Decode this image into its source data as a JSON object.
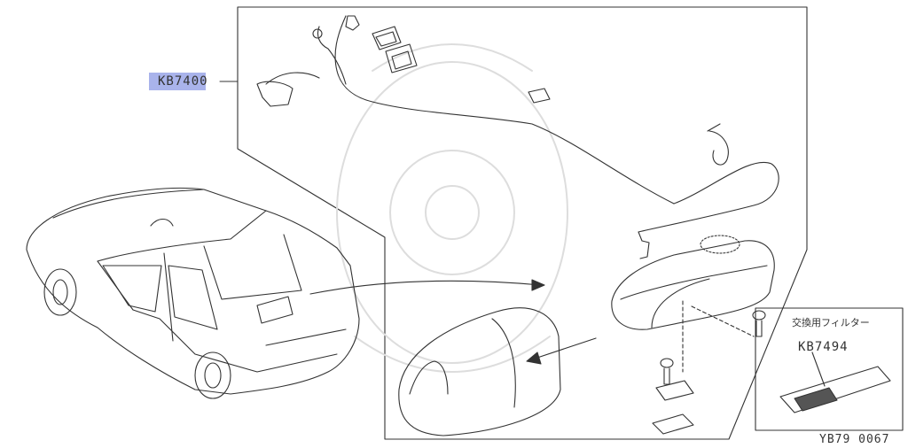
{
  "diagram": {
    "main_part": {
      "code": "KB7400"
    },
    "inset": {
      "title": "交換用フィルター",
      "part_code": "KB7494"
    },
    "reference_code": "YB79 0067"
  }
}
